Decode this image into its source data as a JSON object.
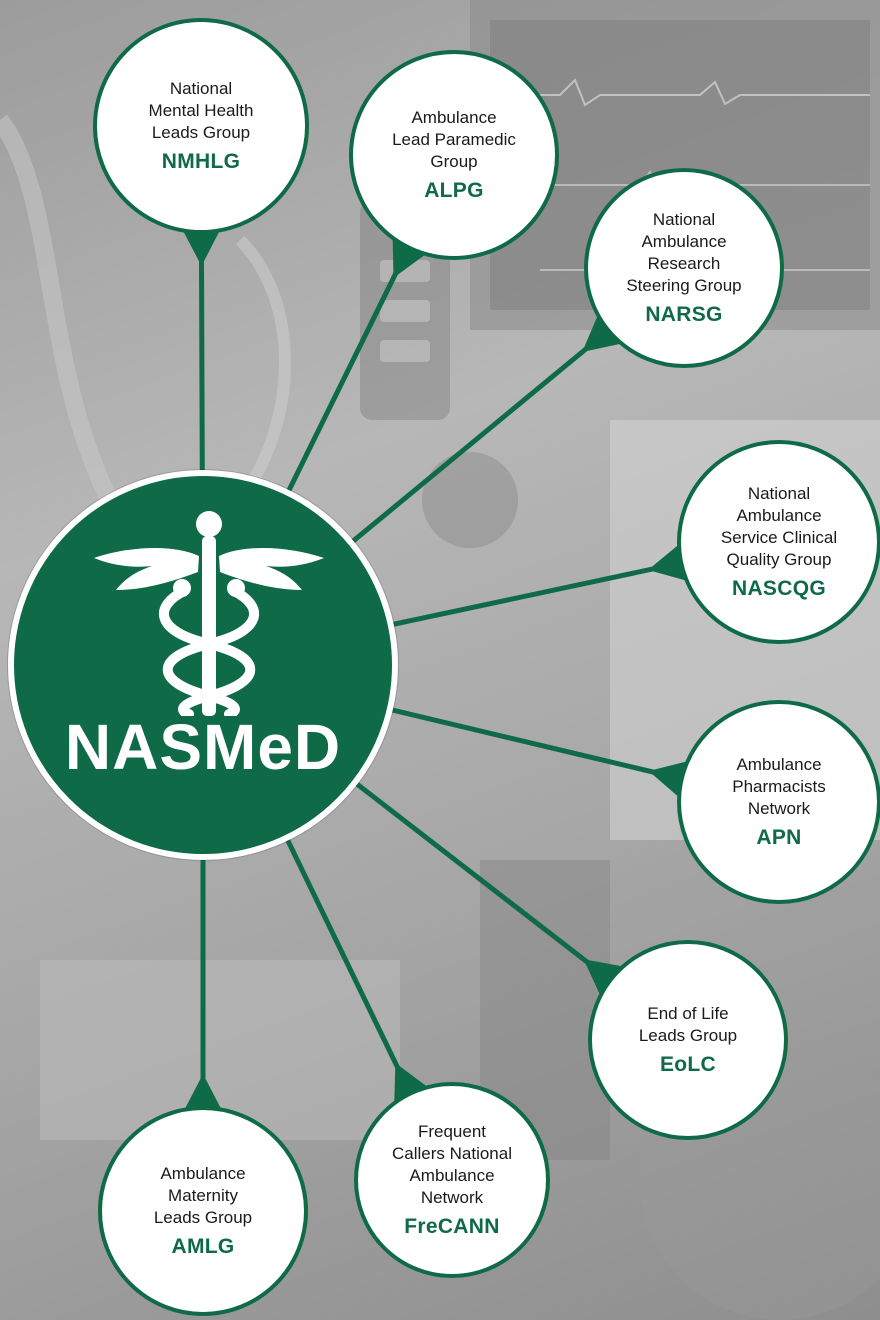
{
  "hub": {
    "title": "NASMeD",
    "emblem": "caduceus-icon"
  },
  "colors": {
    "brand_green": "#0f6a48",
    "node_fill": "#ffffff",
    "label_text": "#1a1a1a"
  },
  "groups": [
    {
      "lines": [
        "National",
        "Mental Health",
        "Leads Group"
      ],
      "abbr": "NMHLG"
    },
    {
      "lines": [
        "Ambulance",
        "Lead Paramedic",
        "Group"
      ],
      "abbr": "ALPG"
    },
    {
      "lines": [
        "National",
        "Ambulance",
        "Research",
        "Steering Group"
      ],
      "abbr": "NARSG"
    },
    {
      "lines": [
        "National",
        "Ambulance",
        "Service Clinical",
        "Quality Group"
      ],
      "abbr": "NASCQG"
    },
    {
      "lines": [
        "Ambulance",
        "Pharmacists",
        "Network"
      ],
      "abbr": "APN"
    },
    {
      "lines": [
        "End of Life",
        "Leads Group"
      ],
      "abbr": "EoLC"
    },
    {
      "lines": [
        "Frequent",
        "Callers National",
        "Ambulance",
        "Network"
      ],
      "abbr": "FreCANN"
    },
    {
      "lines": [
        "Ambulance",
        "Maternity",
        "Leads Group"
      ],
      "abbr": "AMLG"
    }
  ]
}
